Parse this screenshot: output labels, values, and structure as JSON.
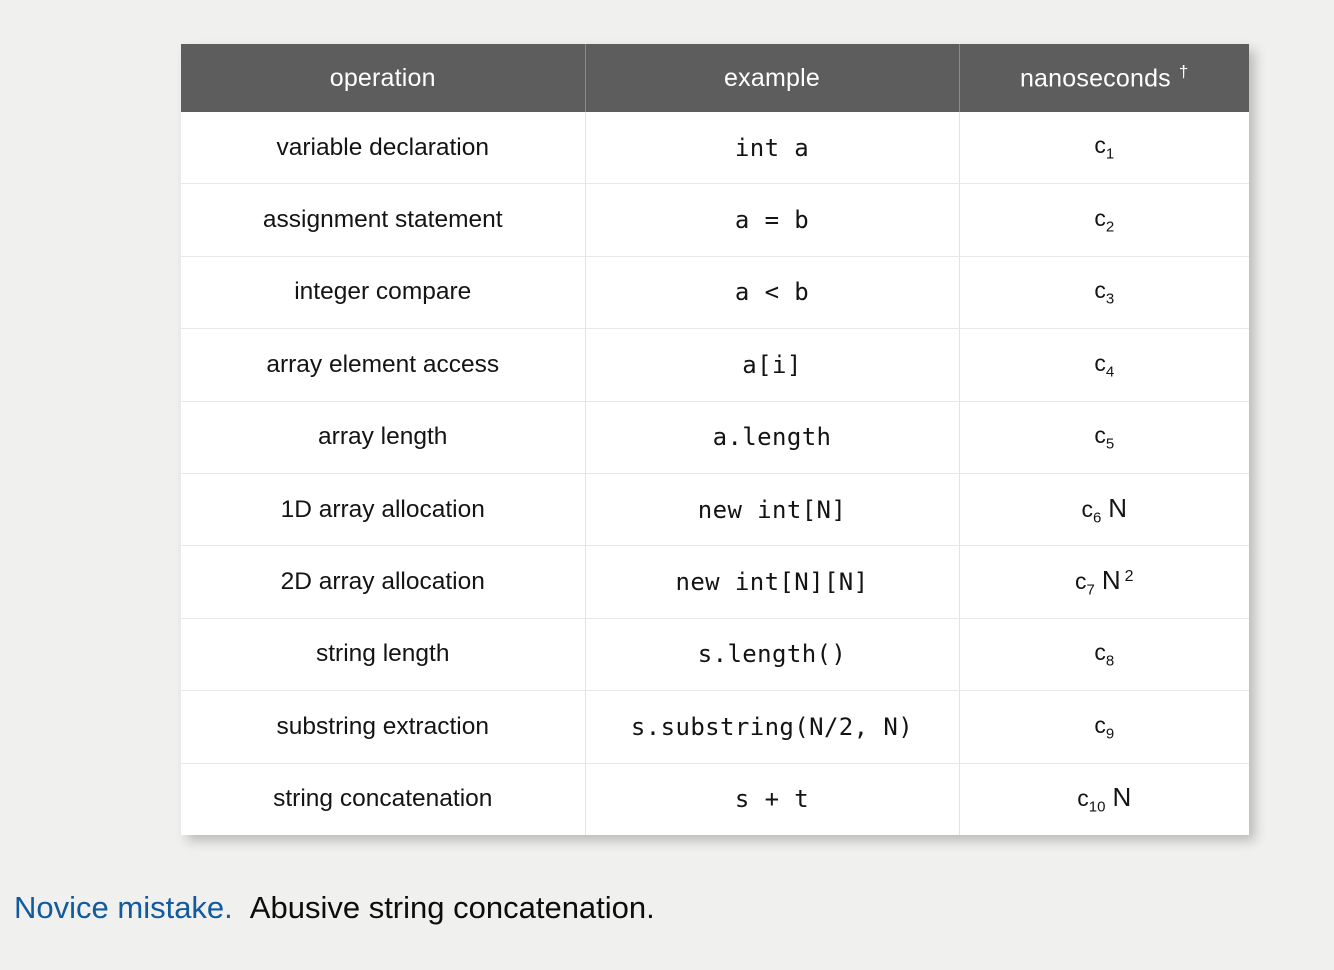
{
  "table": {
    "headers": [
      "operation",
      "example",
      "nanoseconds"
    ],
    "header_footnote_marker": "†",
    "rows": [
      {
        "operation": "variable declaration",
        "example": "int a",
        "cost_symbol": "c",
        "cost_subscript": "1",
        "cost_factor": "",
        "cost_exponent": ""
      },
      {
        "operation": "assignment statement",
        "example": "a = b",
        "cost_symbol": "c",
        "cost_subscript": "2",
        "cost_factor": "",
        "cost_exponent": ""
      },
      {
        "operation": "integer compare",
        "example": "a < b",
        "cost_symbol": "c",
        "cost_subscript": "3",
        "cost_factor": "",
        "cost_exponent": ""
      },
      {
        "operation": "array element access",
        "example": "a[i]",
        "cost_symbol": "c",
        "cost_subscript": "4",
        "cost_factor": "",
        "cost_exponent": ""
      },
      {
        "operation": "array length",
        "example": "a.length",
        "cost_symbol": "c",
        "cost_subscript": "5",
        "cost_factor": "",
        "cost_exponent": ""
      },
      {
        "operation": "1D array allocation",
        "example": "new int[N]",
        "cost_symbol": "c",
        "cost_subscript": "6",
        "cost_factor": "N",
        "cost_exponent": ""
      },
      {
        "operation": "2D array allocation",
        "example": "new int[N][N]",
        "cost_symbol": "c",
        "cost_subscript": "7",
        "cost_factor": "N",
        "cost_exponent": "2"
      },
      {
        "operation": "string length",
        "example": "s.length()",
        "cost_symbol": "c",
        "cost_subscript": "8",
        "cost_factor": "",
        "cost_exponent": ""
      },
      {
        "operation": "substring extraction",
        "example": "s.substring(N/2, N)",
        "cost_symbol": "c",
        "cost_subscript": "9",
        "cost_factor": "",
        "cost_exponent": ""
      },
      {
        "operation": "string concatenation",
        "example": "s + t",
        "cost_symbol": "c",
        "cost_subscript": "10",
        "cost_factor": "N",
        "cost_exponent": ""
      }
    ]
  },
  "caption": {
    "lead": "Novice mistake.",
    "body": "Abusive string concatenation."
  },
  "colors": {
    "page_background": "#f0f0ef",
    "header_background": "#5d5d5d",
    "header_text": "#ffffff",
    "cell_text": "#141414",
    "caption_lead": "#115a9e",
    "caption_body": "#0d0d0d",
    "grid_line": "#e3e3e3"
  }
}
